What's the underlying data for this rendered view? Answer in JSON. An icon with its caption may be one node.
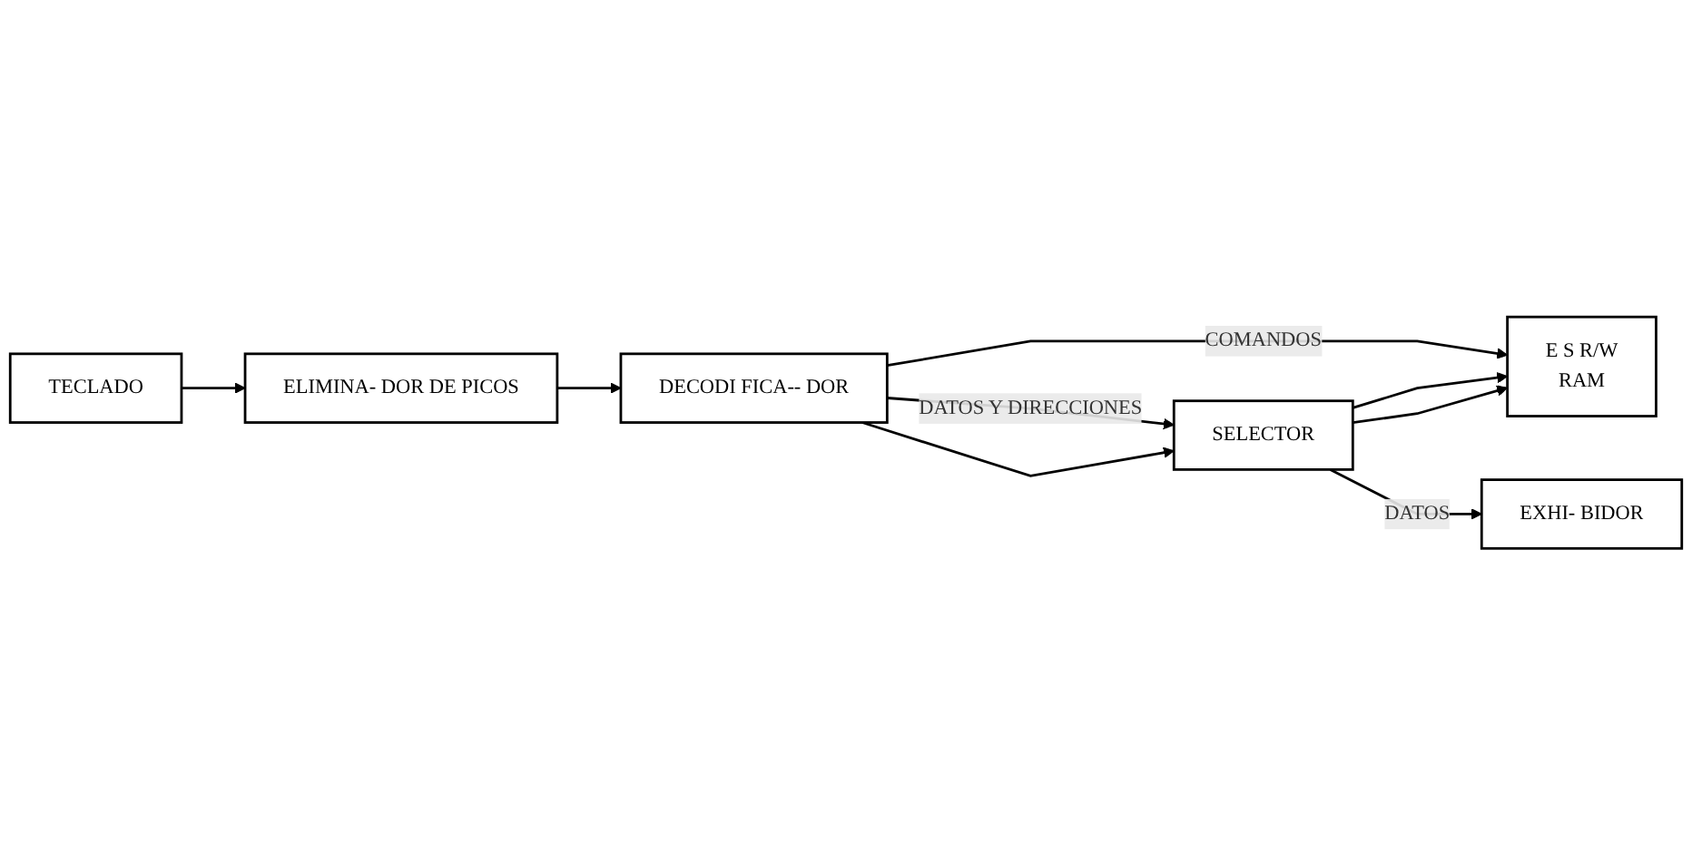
{
  "diagram": {
    "nodes": [
      {
        "text": [
          "TECLADO"
        ]
      },
      {
        "text": [
          "ELIMINA- DOR DE PICOS"
        ]
      },
      {
        "text": [
          "DECODI FICA-- DOR"
        ]
      },
      {
        "text": [
          "E S R/W",
          "RAM"
        ]
      },
      {
        "text": [
          "SELECTOR"
        ]
      },
      {
        "text": [
          "EXHI- BIDOR"
        ]
      }
    ],
    "edges": [
      {
        "from": 0,
        "to": 1,
        "arrow": "to"
      },
      {
        "from": 1,
        "to": 2,
        "arrow": "to"
      },
      {
        "from": 2,
        "to": 3,
        "arrow": "to",
        "label": "COMANDOS"
      },
      {
        "from": 2,
        "to": 4,
        "arrow": "to",
        "label": "DATOS Y DIRECCIONES"
      },
      {
        "from": 2,
        "to": 4,
        "arrow": "to"
      },
      {
        "from": 4,
        "to": 3,
        "arrow": "to"
      },
      {
        "from": 4,
        "to": 3,
        "arrow": "to"
      },
      {
        "from": 4,
        "to": 5,
        "arrow": "to",
        "label": "DATOS"
      }
    ]
  }
}
